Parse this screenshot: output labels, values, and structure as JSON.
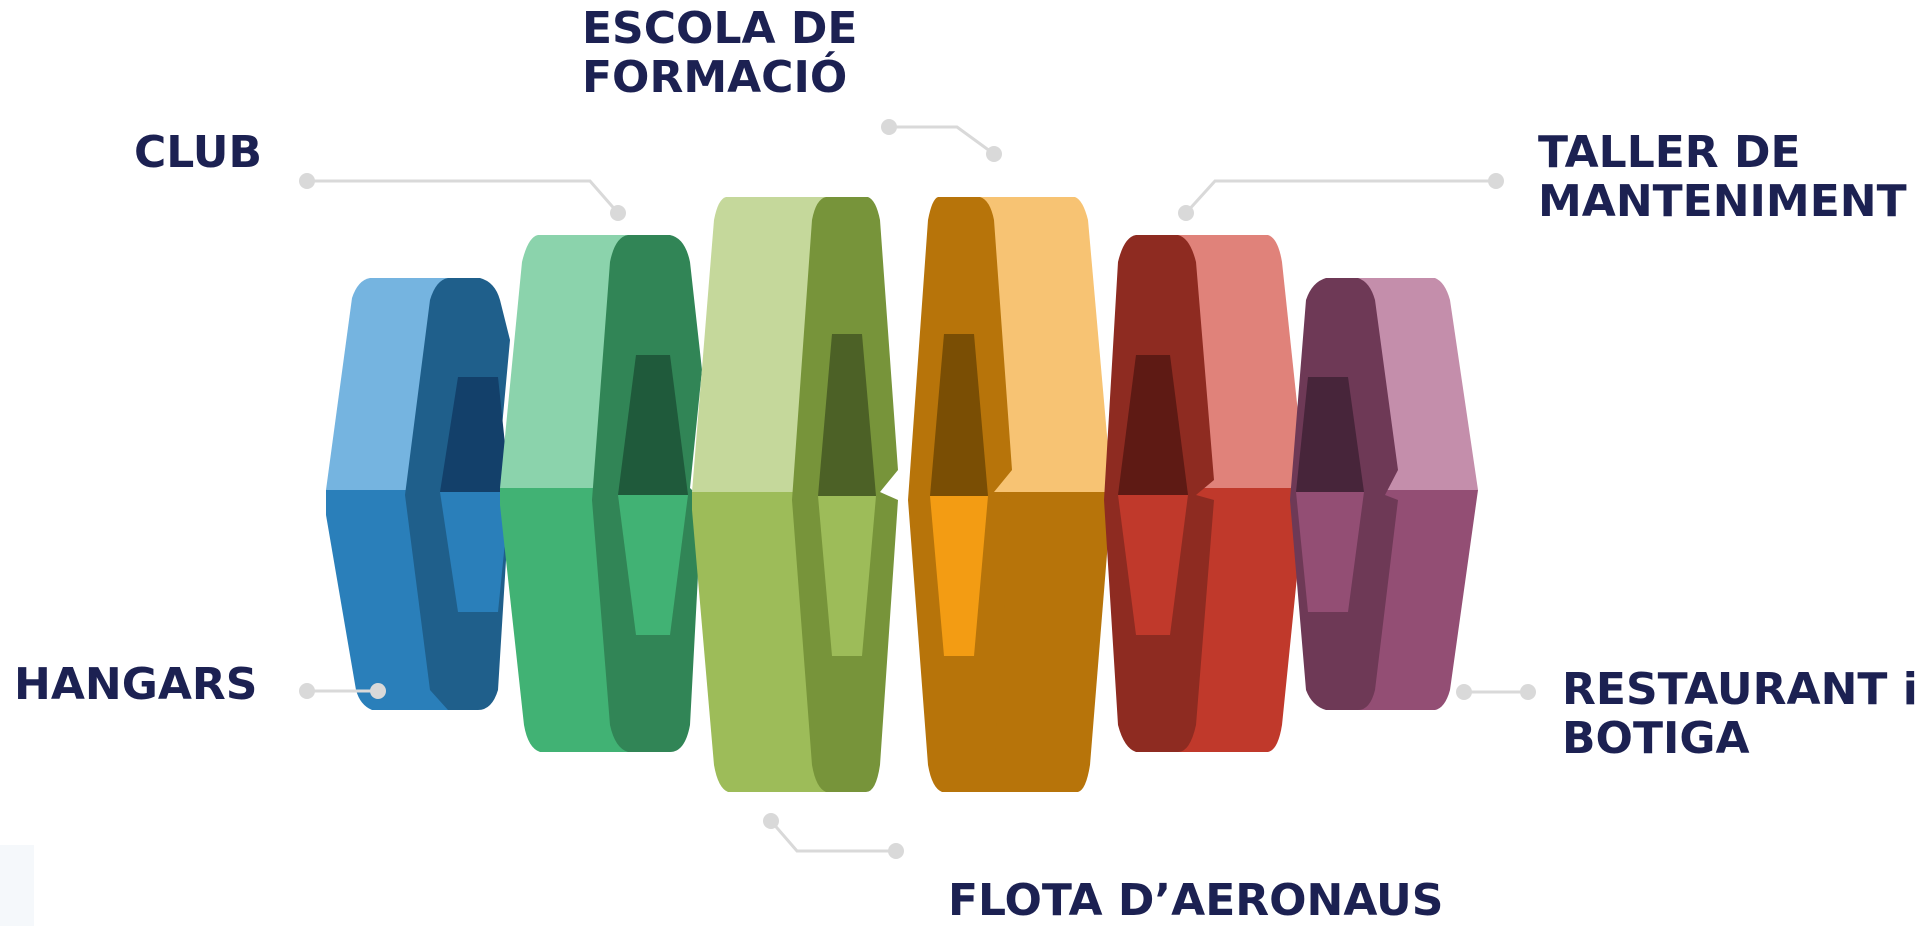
{
  "labels": {
    "club": "CLUB",
    "escola_line1": "ESCOLA DE",
    "escola_line2": "FORMACIÓ",
    "taller_line1": "TALLER DE",
    "taller_line2": "MANTENIMENT",
    "hangars": "HANGARS",
    "restaurant_line1": "RESTAURANT i",
    "restaurant_line2": "BOTIGA",
    "flota": "FLOTA D’AERONAUS"
  },
  "colors": {
    "text": "#1c2152",
    "connector": "#d9d9d9",
    "blue": [
      "#75b4e0",
      "#2a7fba",
      "#1f5f8b",
      "#13406a"
    ],
    "green": [
      "#8bd3ac",
      "#41b274",
      "#318556",
      "#1f5a3b"
    ],
    "lime": [
      "#c5d89b",
      "#9dbc59",
      "#77943a",
      "#4c6126"
    ],
    "orange": [
      "#f7c373",
      "#b7740a",
      "#b7740a",
      "#7a4e04",
      "#f39c13"
    ],
    "red": [
      "#e0827a",
      "#c0392b",
      "#8e2b21",
      "#5e1a14"
    ],
    "purple": [
      "#c48eab",
      "#934e74",
      "#6e3956",
      "#47253a"
    ]
  }
}
